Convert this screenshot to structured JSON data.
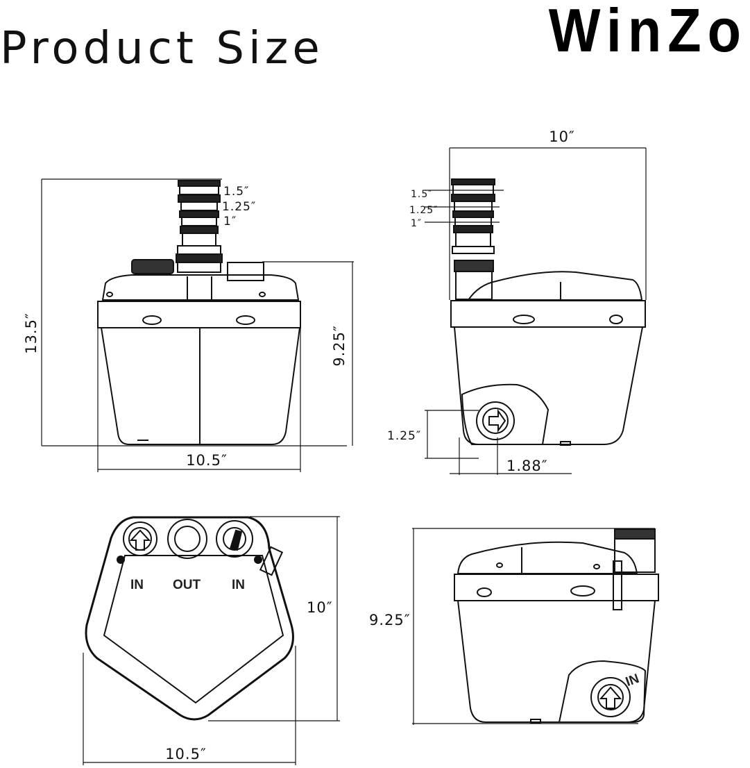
{
  "header": {
    "title": "Product Size",
    "brand": "WinZo"
  },
  "views": {
    "front": {
      "height": "13.5″",
      "body_height": "9.25″",
      "width": "10.5″",
      "inlets": [
        "1.5″",
        "1.25″",
        "1″"
      ]
    },
    "side": {
      "width": "10″",
      "inlets": [
        "1.5″",
        "1.25″",
        "1″"
      ],
      "inlet_height": "1.25″",
      "inlet_offset": "1.88″"
    },
    "top": {
      "depth": "10″",
      "width": "10.5″",
      "port_labels": [
        "IN",
        "OUT",
        "IN"
      ]
    },
    "back": {
      "height": "9.25″",
      "port_label": "IN"
    }
  },
  "colors": {
    "line": "#111111",
    "background": "#ffffff"
  }
}
